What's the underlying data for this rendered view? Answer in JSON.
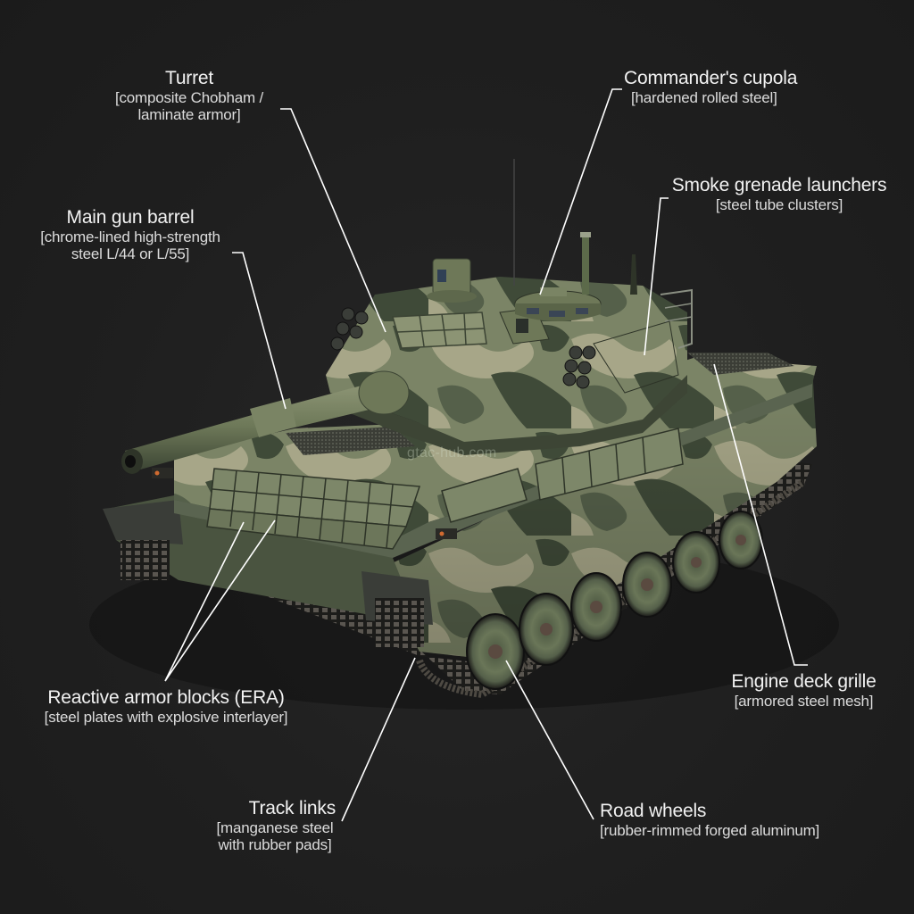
{
  "diagram": {
    "subject": "Main battle tank with woodland camouflage (exploded material callouts)",
    "background_color": "#1e1e1e",
    "label_color": "#f2f2f2",
    "leader_line_color": "#ffffff",
    "camo_colors": [
      "#6f7a5a",
      "#8c8f6e",
      "#3f4a38",
      "#a8a78a",
      "#55604a"
    ],
    "watermark": "gtac-hub.com"
  },
  "labels": [
    {
      "id": "turret",
      "title": "Turret",
      "material_line1": "[composite Chobham /",
      "material_line2": "laminate armor]"
    },
    {
      "id": "main-gun",
      "title": "Main gun barrel",
      "material_line1": "[chrome-lined high-strength",
      "material_line2": "steel L/44 or L/55]"
    },
    {
      "id": "cupola",
      "title": "Commander's cupola",
      "material_line1": "[hardened rolled steel]"
    },
    {
      "id": "smoke",
      "title": "Smoke grenade launchers",
      "material_line1": "[steel tube clusters]"
    },
    {
      "id": "engine-grille",
      "title": "Engine deck grille",
      "material_line1": "[armored steel mesh]"
    },
    {
      "id": "era",
      "title": "Reactive armor blocks (ERA)",
      "material_line1": "[steel plates with explosive interlayer]"
    },
    {
      "id": "track-links",
      "title": "Track links",
      "material_line1": "[manganese steel",
      "material_line2": "with rubber pads]"
    },
    {
      "id": "road-wheels",
      "title": "Road wheels",
      "material_line1": "[rubber-rimmed forged aluminum]"
    }
  ]
}
